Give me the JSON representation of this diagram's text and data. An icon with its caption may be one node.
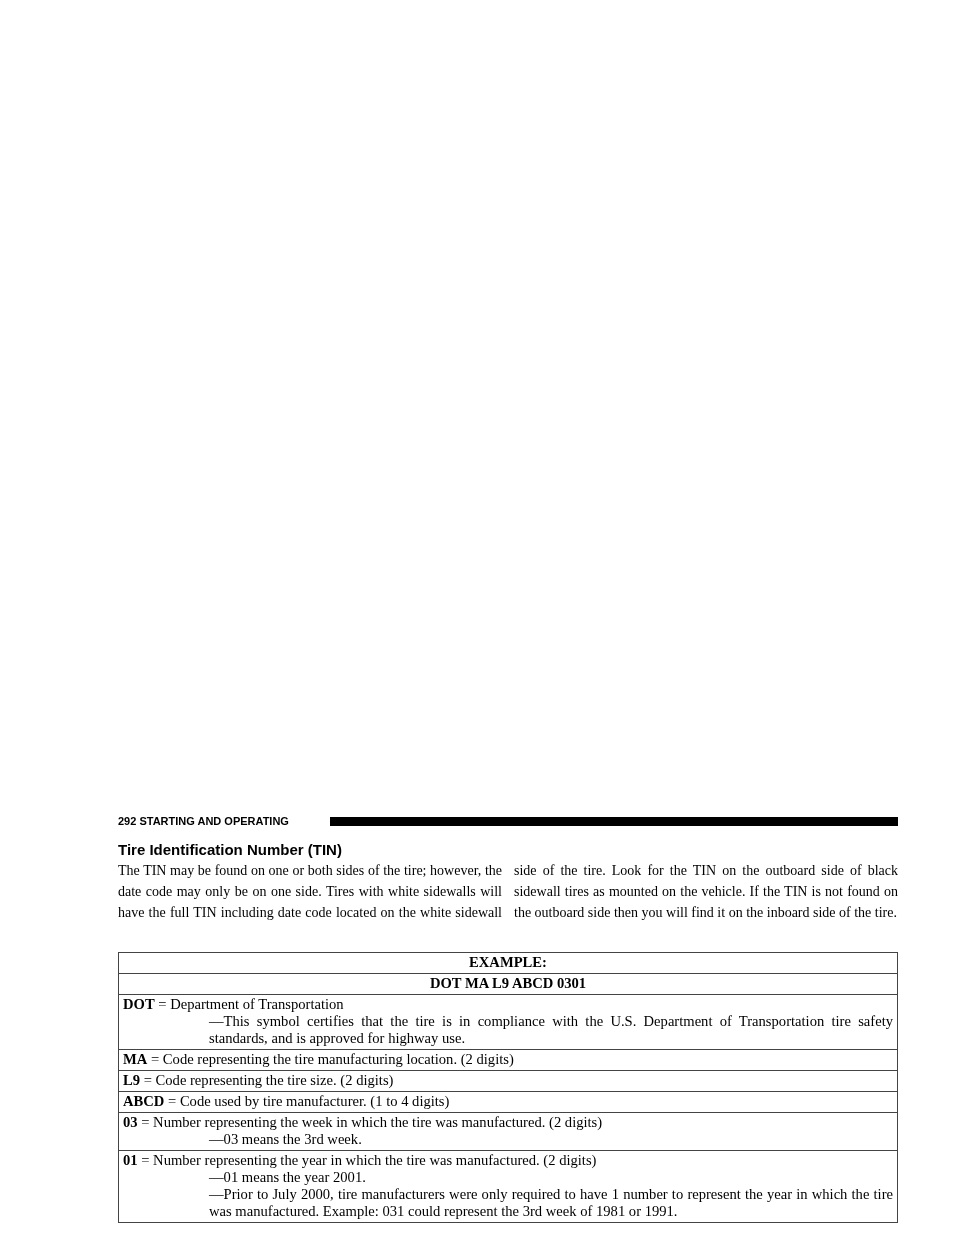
{
  "diagram": {
    "title": "Tire Identification Number (TIN)",
    "labels": [
      "292 STARTING AND OPERATING",
      "The TIN may be found on one or both sides of the tire; however, the date code may only be on one side. Tires with white sidewalls will have the full TIN including date code located on the white sidewall side of the tire. Look for the TIN on the outboard side of black sidewall tires as mounted on the vehicle. If the TIN is not found on the outboard side then you will find it on the inboard side of the tire.",
      "EXAMPLE:",
      "DOT MA L9 ABCD 0301",
      "**DOT** = Department of Transportation",
      "—This symbol certifies that the tire is in compliance with the U.S. Department of Transportation tire safety standards, and is approved for highway use.",
      "**MA** = Code representing the tire manufacturing location. (2 digits)",
      "**L9** = Code representing the tire size. (2 digits)",
      "**ABCD** = Code used by tire manufacturer. (1 to 4 digits)",
      "**03** = Number representing the week in which the tire was manufactured. (2 digits)",
      "—03 means the 3rd week.",
      "**01** = Number representing the year in which the tire was manufactured. (2 digits)",
      "—01 means the year 2001.",
      "—Prior to July 2000, tire manufacturers were only required to have 1 number to represent the year in which the tire was manufactured. Example: 031 could represent the 3rd week of 1981 or 1991."
    ]
  }
}
